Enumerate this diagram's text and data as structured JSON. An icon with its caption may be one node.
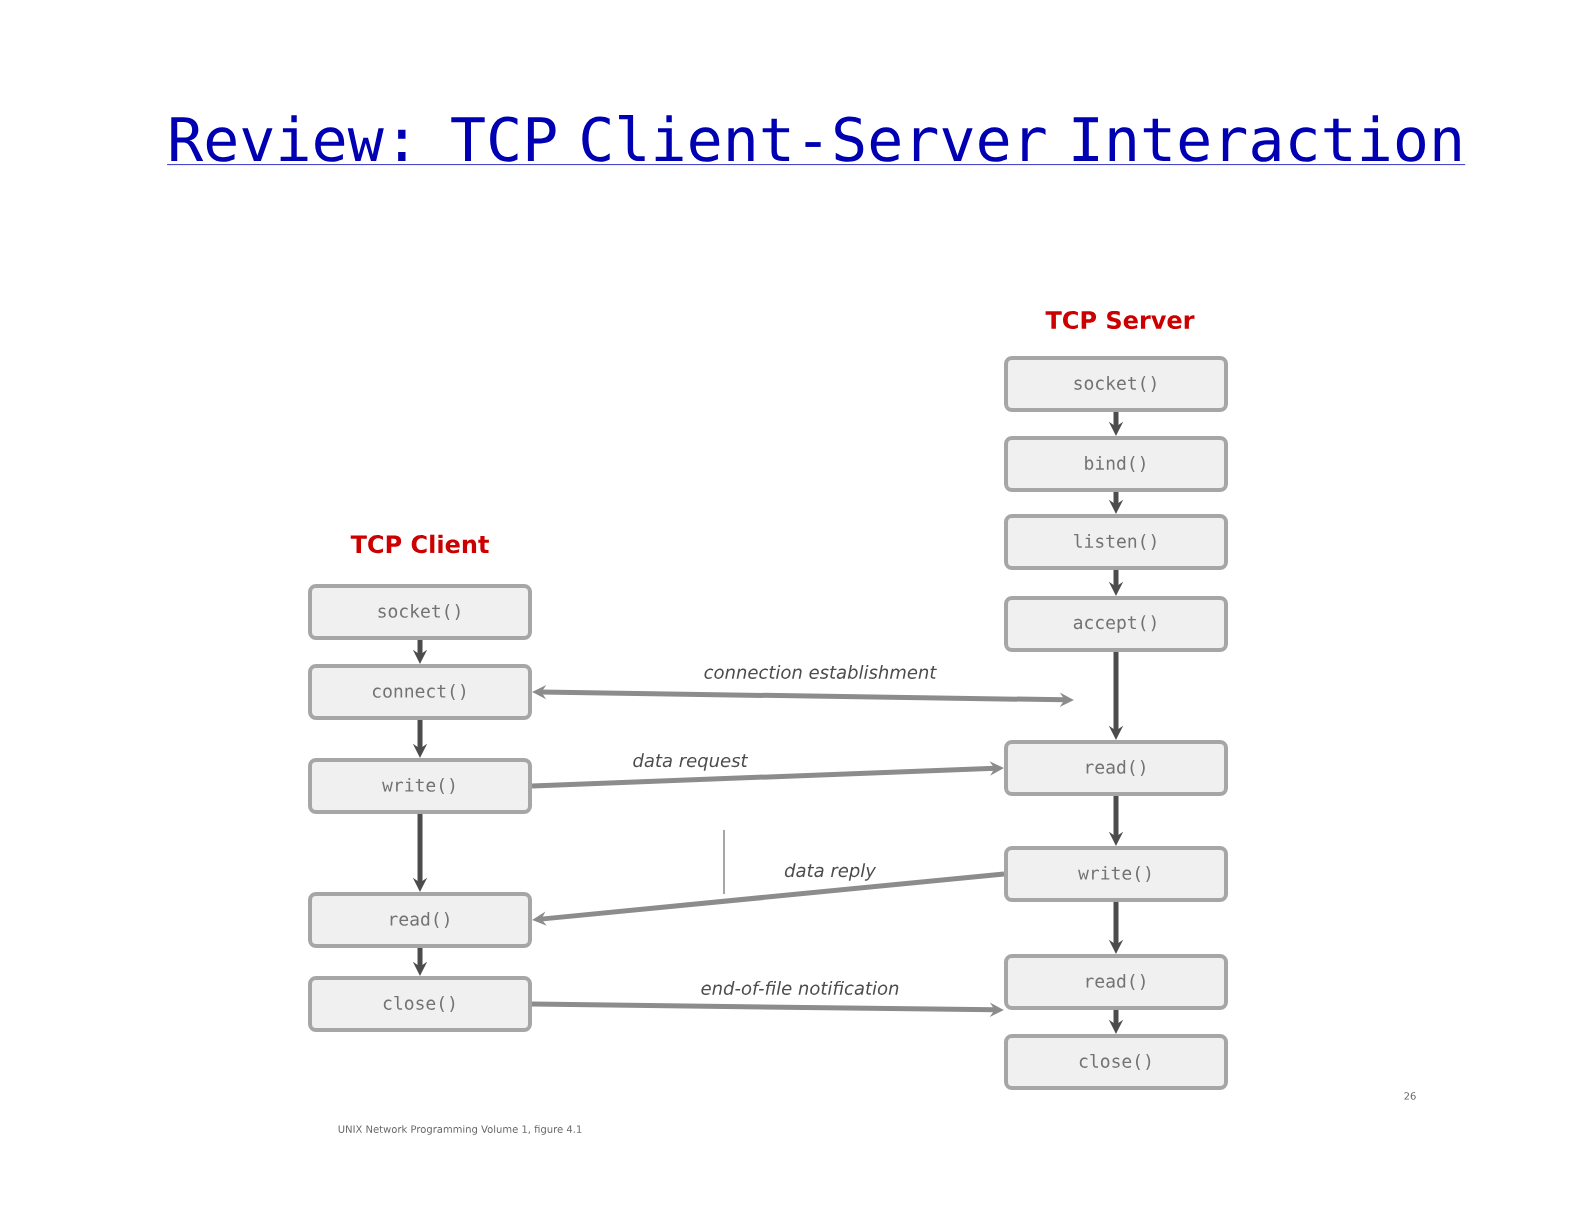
{
  "diagram": {
    "title": "Review: TCP Client-Server Interaction",
    "nodes": [
      {
        "text": [
          "socket()"
        ]
      },
      {
        "text": [
          "connect()"
        ]
      },
      {
        "text": [
          "write()"
        ]
      },
      {
        "text": [
          "read()"
        ]
      },
      {
        "text": [
          "close()"
        ]
      },
      {
        "text": [
          "socket()"
        ]
      },
      {
        "text": [
          "bind()"
        ]
      },
      {
        "text": [
          "listen()"
        ]
      },
      {
        "text": [
          "accept()"
        ]
      },
      {
        "text": [
          "read()"
        ]
      },
      {
        "text": [
          "write()"
        ]
      },
      {
        "text": [
          "read()"
        ]
      },
      {
        "text": [
          "close()"
        ]
      }
    ],
    "edges": [
      {
        "from": 0,
        "to": 1,
        "arrow": "to"
      },
      {
        "from": 1,
        "to": 2,
        "arrow": "to"
      },
      {
        "from": 2,
        "to": 3,
        "arrow": "to"
      },
      {
        "from": 3,
        "to": 4,
        "arrow": "to"
      },
      {
        "from": 5,
        "to": 6,
        "arrow": "to"
      },
      {
        "from": 6,
        "to": 7,
        "arrow": "to"
      },
      {
        "from": 7,
        "to": 8,
        "arrow": "to"
      },
      {
        "from": 8,
        "to": 9,
        "arrow": "to"
      },
      {
        "from": 9,
        "to": 10,
        "arrow": "to"
      },
      {
        "from": 10,
        "to": 11,
        "arrow": "to"
      },
      {
        "from": 11,
        "to": 12,
        "arrow": "to"
      },
      {
        "from": 1,
        "to": null,
        "arrow": "both",
        "label": "connection establishment"
      },
      {
        "from": 2,
        "to": 9,
        "arrow": "to",
        "label": "data request"
      },
      {
        "from": 10,
        "to": 3,
        "arrow": "to",
        "label": "data reply"
      },
      {
        "from": 4,
        "to": 11,
        "arrow": "to",
        "label": "end-of-file notification"
      }
    ],
    "labels": [
      "TCP Server",
      "TCP Client",
      "UNIX Network Programming Volume 1, figure 4.1",
      "26"
    ]
  }
}
